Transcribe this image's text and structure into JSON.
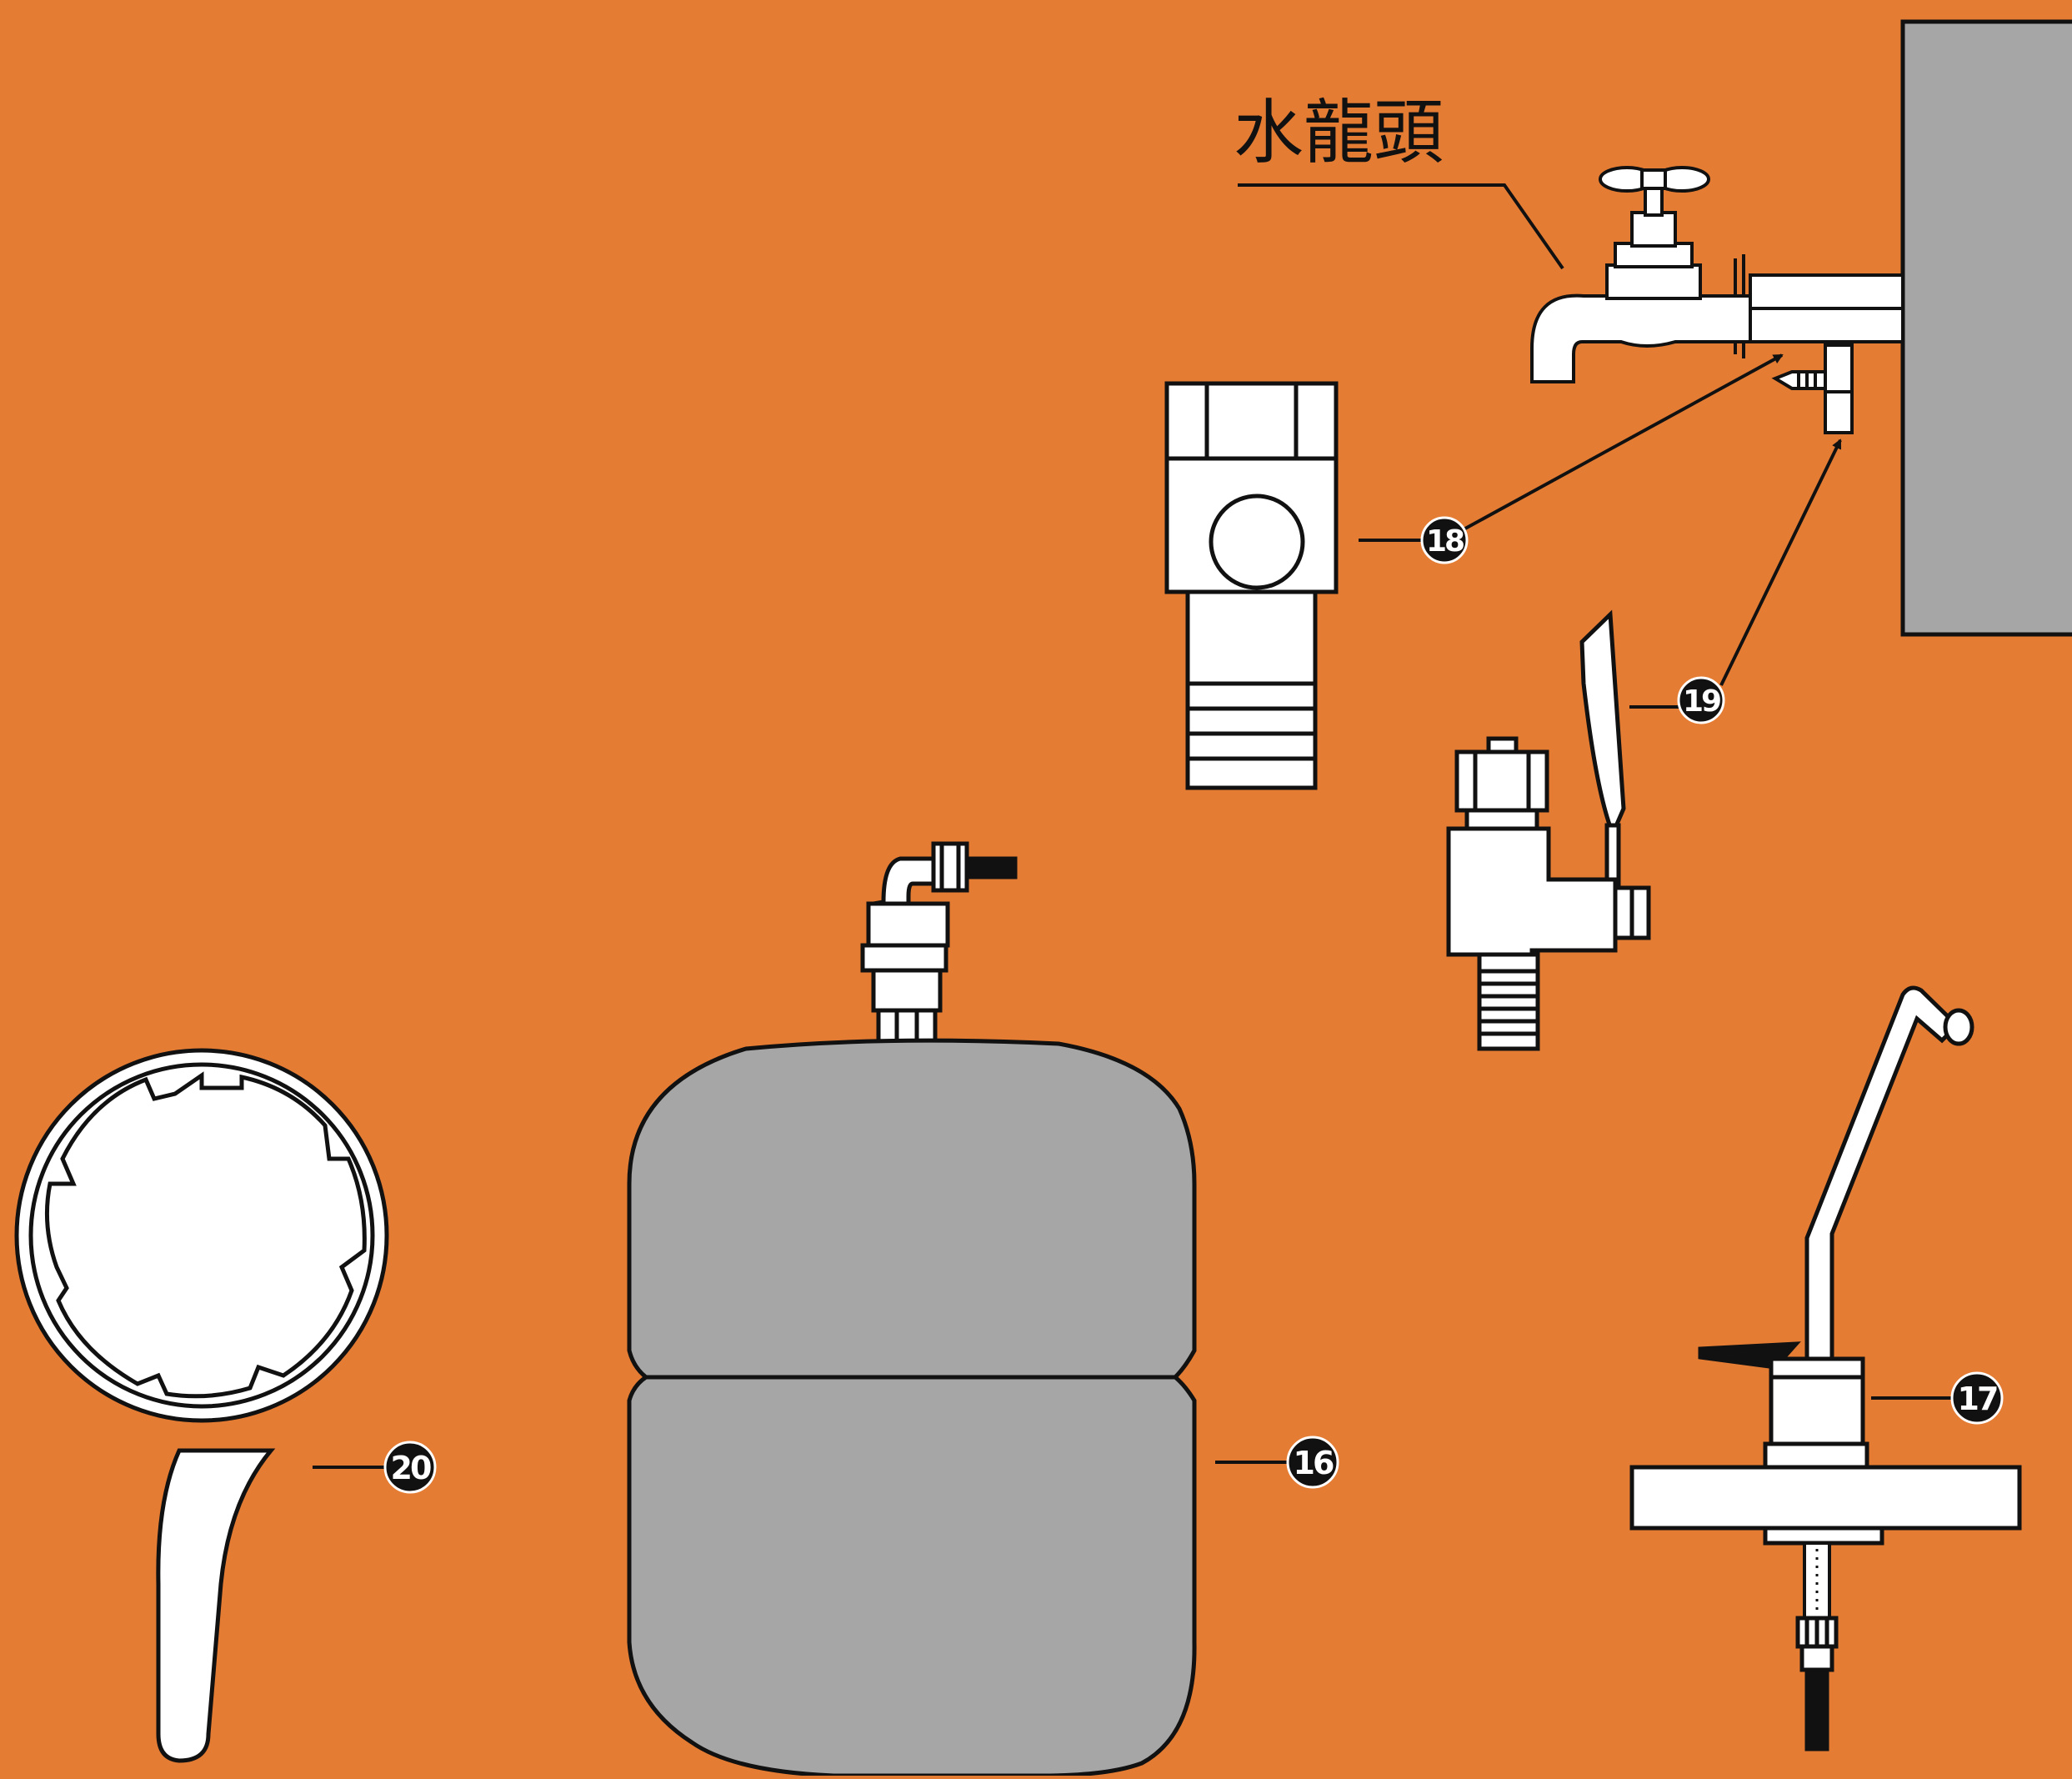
{
  "colors": {
    "background": "#E57C33",
    "outline": "#111111",
    "part_fill": "#FFFFFF",
    "tank_fill": "#A6A6A6",
    "wall_fill": "#A6A6A6",
    "callout_fill": "#111111",
    "callout_text": "#FFFFFF"
  },
  "faucet_label": "水龍頭",
  "callouts": [
    {
      "id": "18",
      "part": "faucet-adapter"
    },
    {
      "id": "19",
      "part": "ball-valve"
    },
    {
      "id": "17",
      "part": "drinking-faucet"
    },
    {
      "id": "16",
      "part": "storage-tank"
    },
    {
      "id": "20",
      "part": "housing-wrench"
    }
  ]
}
